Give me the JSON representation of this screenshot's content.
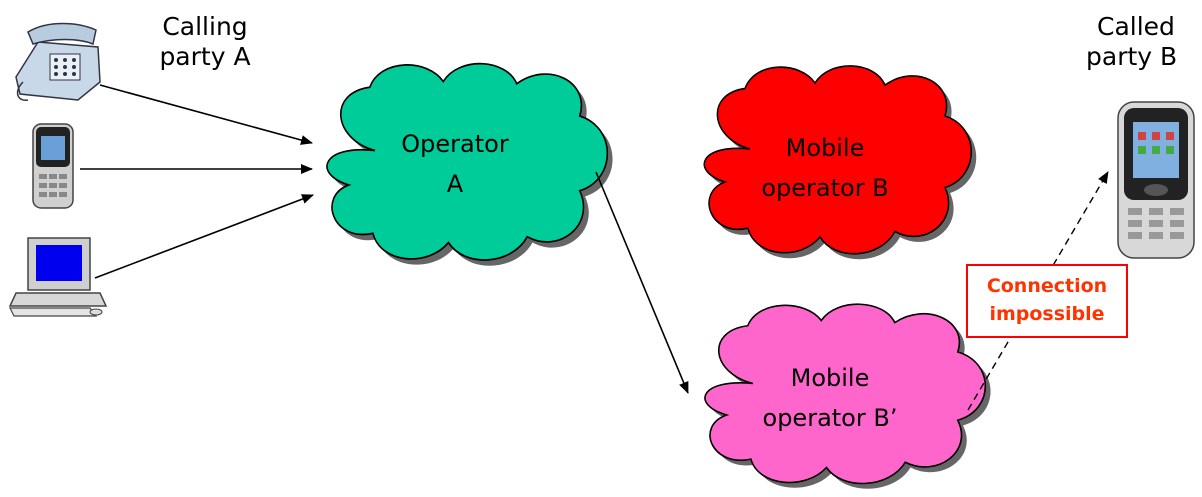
{
  "diagram": {
    "calling_party": {
      "line1": "Calling",
      "line2": "party A"
    },
    "called_party": {
      "line1": "Called",
      "line2": "party B"
    },
    "operator_a": {
      "line1": "Operator",
      "line2": "A"
    },
    "mobile_b": {
      "line1": "Mobile",
      "line2": "operator B"
    },
    "mobile_b_prime": {
      "line1": "Mobile",
      "line2": "operator B’"
    },
    "warning": {
      "line1": "Connection",
      "line2": "impossible"
    },
    "colors": {
      "operator_a": "#00cc99",
      "mobile_b": "#ff0000",
      "mobile_b_prime": "#ff66cc",
      "warning_text": "#ff3300",
      "warning_border": "#ff0000"
    },
    "icons": [
      "desk-phone-icon",
      "mobile-phone-icon",
      "desktop-computer-icon",
      "called-mobile-phone-icon"
    ]
  }
}
